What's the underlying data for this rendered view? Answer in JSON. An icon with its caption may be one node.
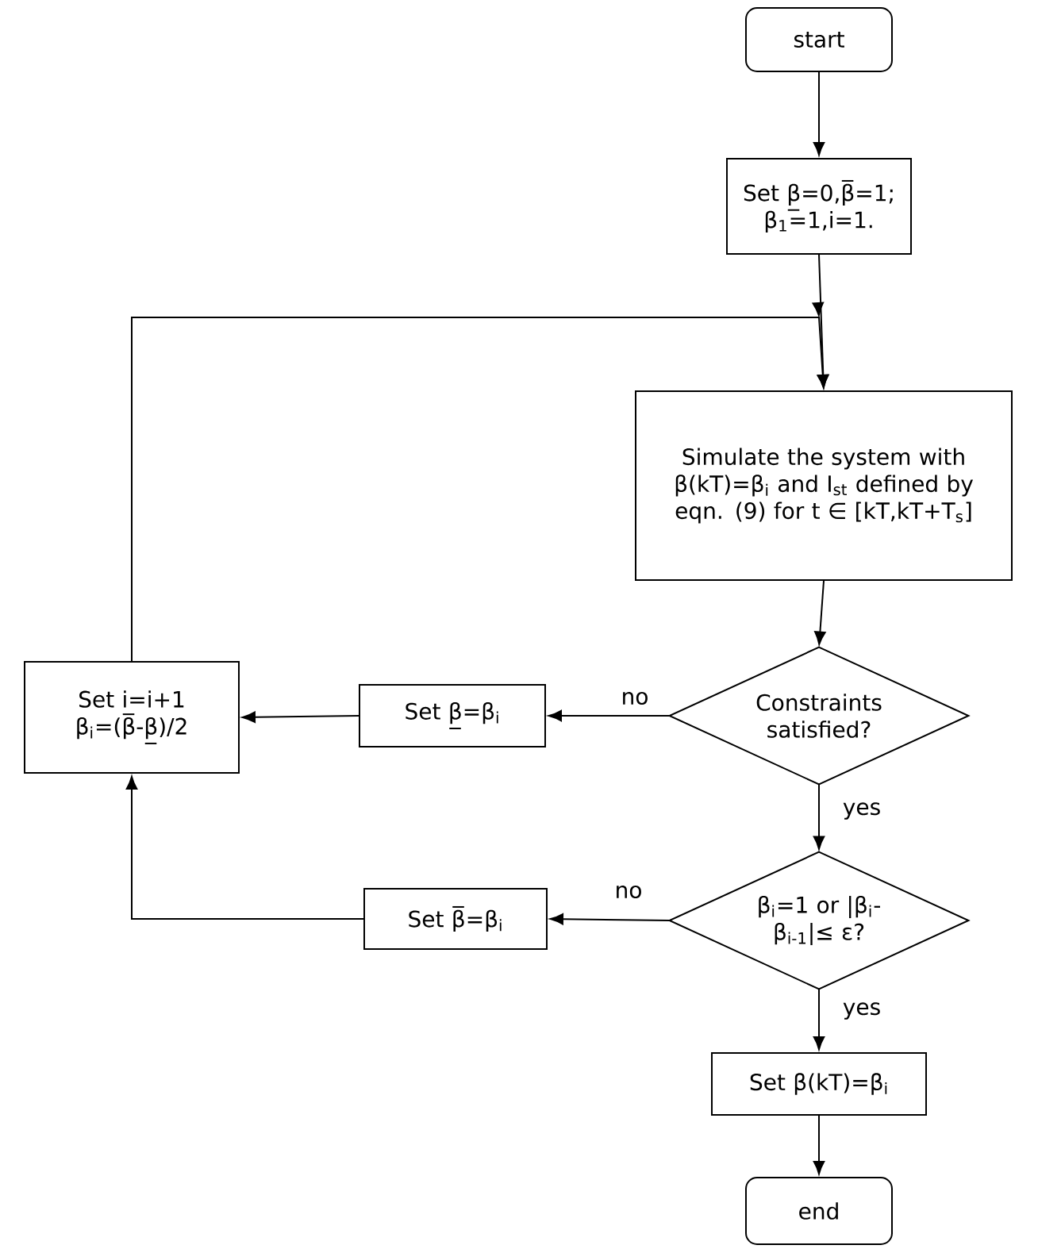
{
  "diagram": {
    "nodes": [
      {
        "text": [
          "start"
        ]
      },
      {
        "text": [
          "Set β̲=0,β̅=1; β$_{1}$=1,i=1."
        ]
      },
      {
        "text": [
          "Simulate the system with β(kT)=β$_{i}$ and I$_{st}$ defined by eqn. (9) for t ∈ [kT,kT+T$_{s}$]"
        ]
      },
      {
        "text": [
          "Constraints satisfied?"
        ]
      },
      {
        "text": [
          "Set β̲=β$_{i}$"
        ]
      },
      {
        "text": [
          "Set i=i+1 β$_{i}$=(β̅-β̲)/2"
        ]
      },
      {
        "text": [
          "β$_{i}$=1 or |β$_{i}$-β$_{i-1}$|≤ ε?"
        ]
      },
      {
        "text": [
          "Set β̅=β$_{i}$"
        ]
      },
      {
        "text": [
          "Set β(kT)=β$_{i}$"
        ]
      },
      {
        "text": [
          "end"
        ]
      }
    ],
    "edges": [
      {
        "from": 0,
        "to": 1,
        "arrow": "to"
      },
      {
        "from": 1,
        "to": 2,
        "arrow": "to"
      },
      {
        "from": 5,
        "to": 2,
        "arrow": "to"
      },
      {
        "from": 2,
        "to": 3,
        "arrow": "to"
      },
      {
        "from": 3,
        "to": 4,
        "label": "no",
        "arrow": "to"
      },
      {
        "from": 4,
        "to": 5,
        "arrow": "to"
      },
      {
        "from": 3,
        "to": 6,
        "label": "yes",
        "arrow": "to"
      },
      {
        "from": 6,
        "to": 7,
        "label": "no",
        "arrow": "to"
      },
      {
        "from": 7,
        "to": 5,
        "arrow": "to"
      },
      {
        "from": 6,
        "to": 8,
        "label": "yes",
        "arrow": "to"
      },
      {
        "from": 8,
        "to": 9,
        "arrow": "to"
      }
    ]
  }
}
